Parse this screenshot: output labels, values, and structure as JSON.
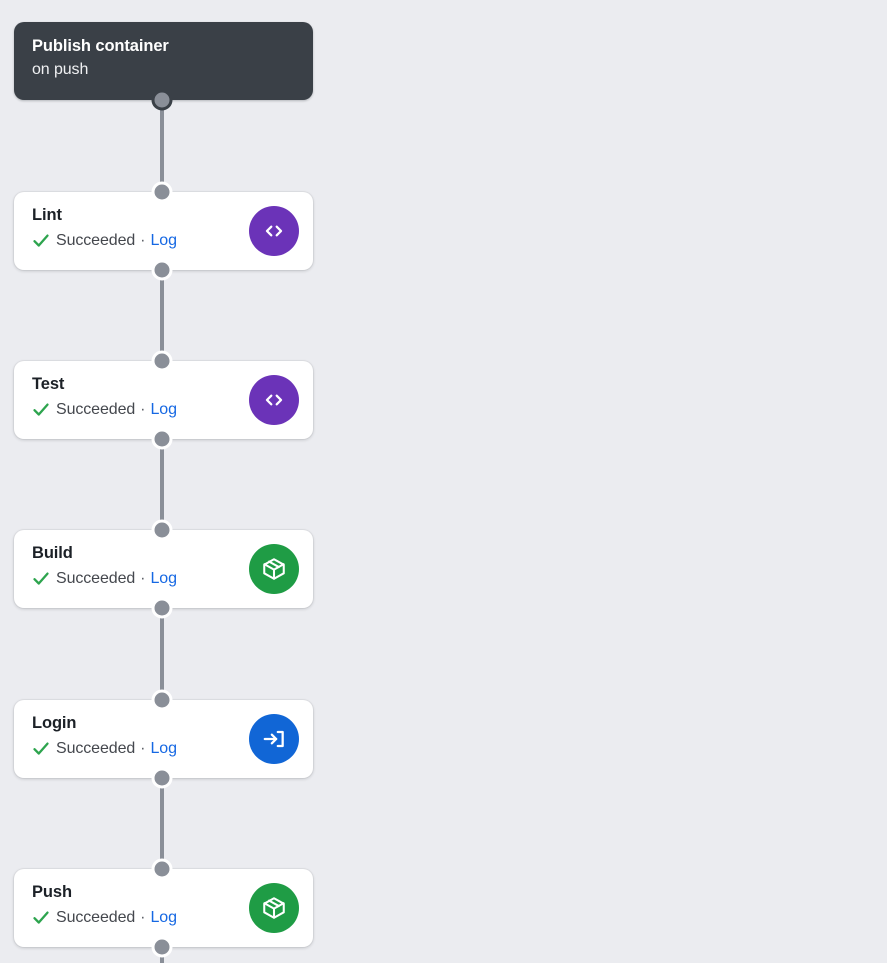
{
  "theme": {
    "background": "#ebecf0",
    "trigger_bg": "#3a4047",
    "card_bg": "#ffffff",
    "rail": "#8a8f98",
    "link": "#1668e3",
    "success": "#2da44e",
    "title_text": "#1c2127",
    "status_text": "#44474d"
  },
  "trigger": {
    "title": "Publish container",
    "subtitle": "on push"
  },
  "separator": "·",
  "steps": [
    {
      "name": "Lint",
      "status": "Succeeded",
      "status_icon": "check-icon",
      "log_label": "Log",
      "icon": "code-icon",
      "icon_color": "#6b33b8"
    },
    {
      "name": "Test",
      "status": "Succeeded",
      "status_icon": "check-icon",
      "log_label": "Log",
      "icon": "code-icon",
      "icon_color": "#6b33b8"
    },
    {
      "name": "Build",
      "status": "Succeeded",
      "status_icon": "check-icon",
      "log_label": "Log",
      "icon": "package-icon",
      "icon_color": "#1f9c45"
    },
    {
      "name": "Login",
      "status": "Succeeded",
      "status_icon": "check-icon",
      "log_label": "Log",
      "icon": "sign-in-icon",
      "icon_color": "#1166d6"
    },
    {
      "name": "Push",
      "status": "Succeeded",
      "status_icon": "check-icon",
      "log_label": "Log",
      "icon": "package-icon",
      "icon_color": "#1f9c45"
    }
  ]
}
